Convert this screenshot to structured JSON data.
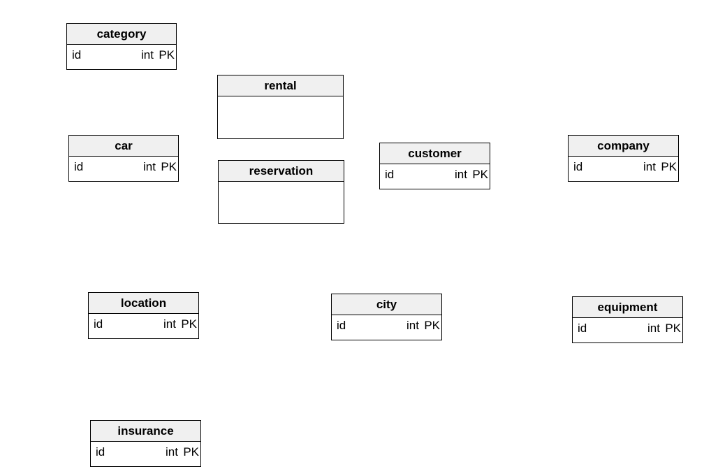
{
  "entities": {
    "category": {
      "name": "category",
      "attrs": [
        {
          "name": "id",
          "type": "int",
          "key": "PK"
        }
      ]
    },
    "rental": {
      "name": "rental",
      "attrs": []
    },
    "car": {
      "name": "car",
      "attrs": [
        {
          "name": "id",
          "type": "int",
          "key": "PK"
        }
      ]
    },
    "reservation": {
      "name": "reservation",
      "attrs": []
    },
    "customer": {
      "name": "customer",
      "attrs": [
        {
          "name": "id",
          "type": "int",
          "key": "PK"
        }
      ]
    },
    "company": {
      "name": "company",
      "attrs": [
        {
          "name": "id",
          "type": "int",
          "key": "PK"
        }
      ]
    },
    "location": {
      "name": "location",
      "attrs": [
        {
          "name": "id",
          "type": "int",
          "key": "PK"
        }
      ]
    },
    "city": {
      "name": "city",
      "attrs": [
        {
          "name": "id",
          "type": "int",
          "key": "PK"
        }
      ]
    },
    "equipment": {
      "name": "equipment",
      "attrs": [
        {
          "name": "id",
          "type": "int",
          "key": "PK"
        }
      ]
    },
    "insurance": {
      "name": "insurance",
      "attrs": [
        {
          "name": "id",
          "type": "int",
          "key": "PK"
        }
      ]
    }
  },
  "colors": {
    "header_fill": "#f0f0f0",
    "border": "#000000",
    "background": "#ffffff"
  }
}
